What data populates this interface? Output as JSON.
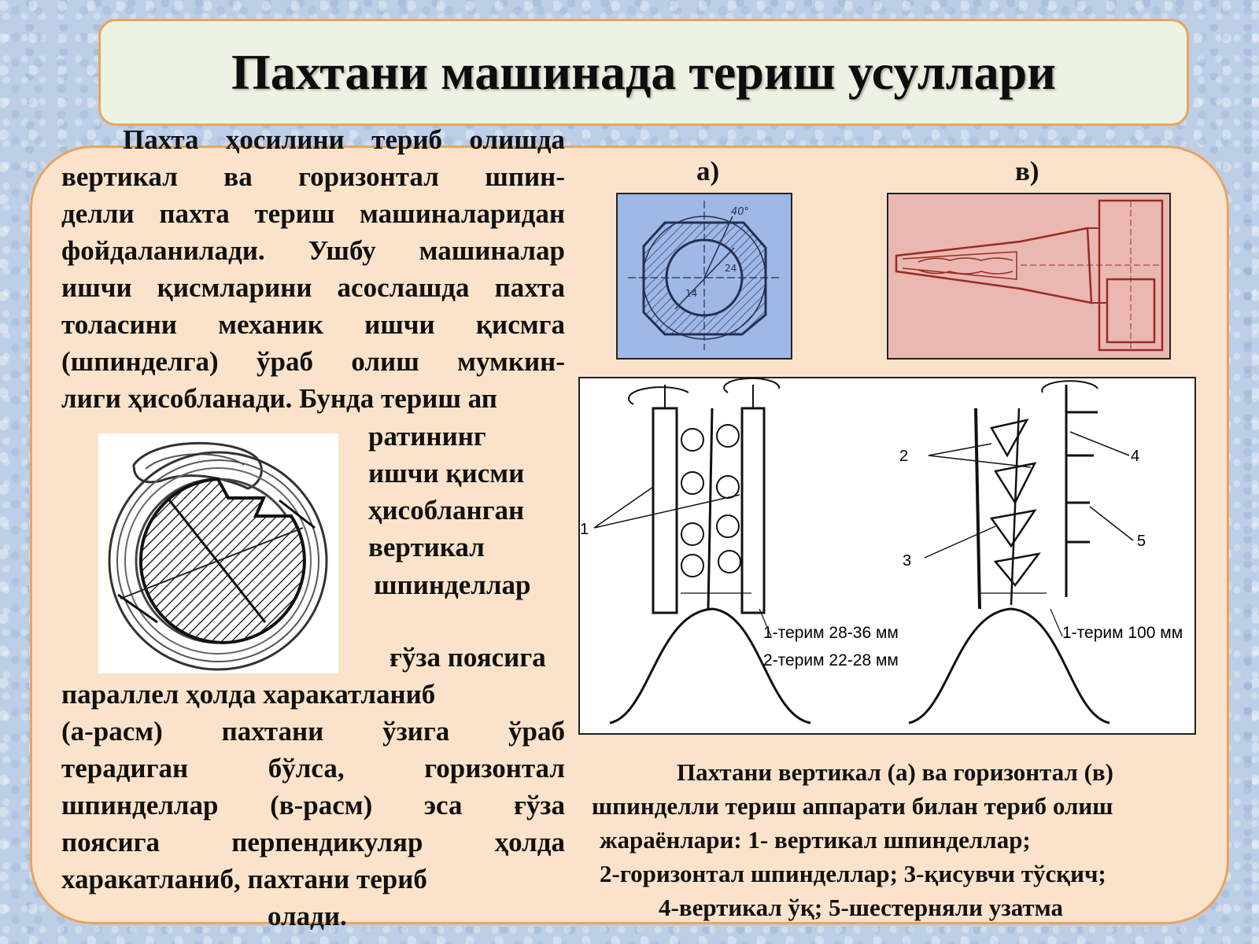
{
  "title": "Пахтани машинада териш усуллари",
  "body": {
    "lines_top": [
      "Пахта ҳосилини териб олишда",
      "вертикал ва горизонтал шпин-",
      "делли пахта териш машиналаридан",
      "фойдаланилади. Ушбу машиналар",
      "ишчи қисмларини асослашда пахта",
      "толасини механик ишчи қисмга",
      "(шпинделга) ўраб олиш мумкин-",
      "лиги ҳисобланади. Бунда териш ап"
    ],
    "lines_side": [
      "ратининг",
      "ишчи қисми",
      "ҳисобланган",
      "вертикал",
      "шпинделлар"
    ],
    "line_mid": "ғўза поясига",
    "lines_bottom": [
      "параллел ҳолда харакатланиб",
      "(а-расм) пахтани ўзига ўраб",
      "терадиган бўлса, горизонтал",
      "шпинделлар (в-расм) эса ғўза",
      "поясига перпендикуляр ҳолда",
      "харакатланиб, пахтани териб",
      "олади."
    ]
  },
  "figures": {
    "label_a": "а)",
    "label_b": "в)",
    "spindle_a": {
      "angle": "40°",
      "dim1": "24",
      "dim2": "14"
    },
    "diagram": {
      "num1": "1",
      "num2": "2",
      "num3": "3",
      "num4": "4",
      "num5": "5",
      "vertical_note1": "1-терим 28-36 мм",
      "vertical_note2": "2-терим 22-28 мм",
      "horizontal_note": "1-терим 100 мм"
    }
  },
  "caption": [
    "Пахтани вертикал (а) ва горизонтал (в)",
    "шпинделли териш аппарати билан териб олиш",
    "жараёнлари: 1- вертикал шпинделлар;",
    "2-горизонтал шпинделлар; 3-қисувчи тўсқич;",
    "4-вертикал ўқ; 5-шестерняли узатма"
  ],
  "colors": {
    "background": "#bccfe6",
    "panel": "#fbe3cb",
    "title_panel": "#eef2e3",
    "border": "#e9a45e",
    "figure_a_bg": "#9fb8e6",
    "figure_b_bg": "#eab8b0"
  }
}
